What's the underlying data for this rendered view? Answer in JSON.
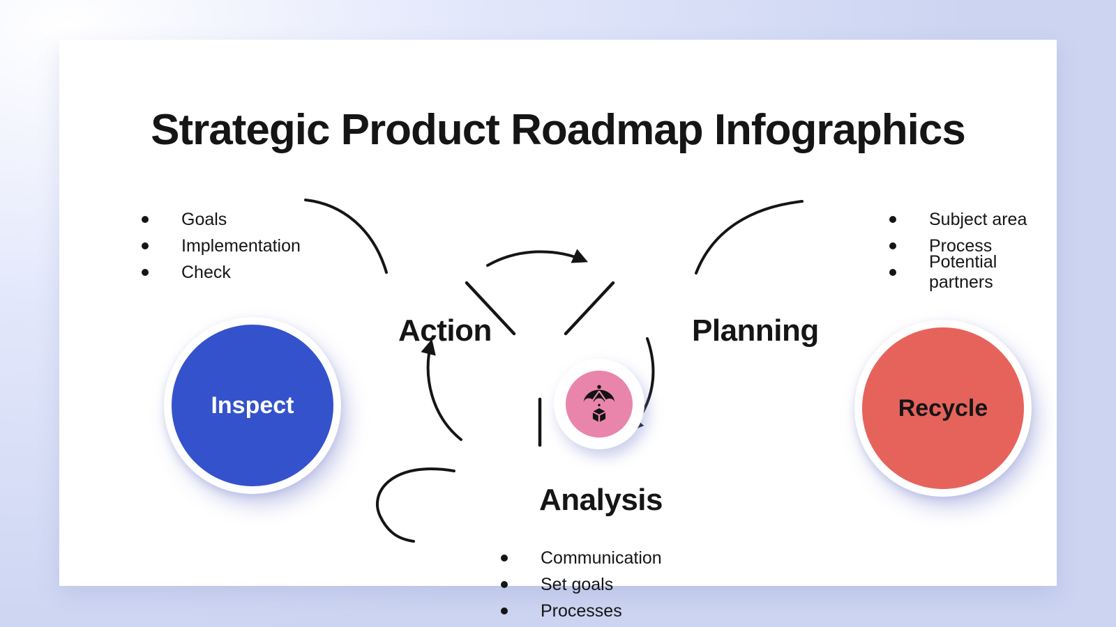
{
  "title": "Strategic Product Roadmap Infographics",
  "colors": {
    "card": "#ffffff",
    "ink": "#151515",
    "inspect_circle": "#3452cb",
    "recycle_circle": "#e6635c",
    "hub_circle": "#e985aa",
    "background_edge": "#ccd4f1"
  },
  "stages": {
    "action": {
      "label": "Action",
      "items": [
        "Goals",
        "Implementation",
        "Check"
      ]
    },
    "planning": {
      "label": "Planning",
      "items": [
        "Subject area",
        "Process",
        "Potential partners"
      ]
    },
    "analysis": {
      "label": "Analysis",
      "items": [
        "Communication",
        "Set goals",
        "Processes"
      ]
    }
  },
  "badges": {
    "inspect": {
      "label": "Inspect"
    },
    "recycle": {
      "label": "Recycle"
    }
  },
  "hub": {
    "icon": "parachute-package-icon"
  }
}
